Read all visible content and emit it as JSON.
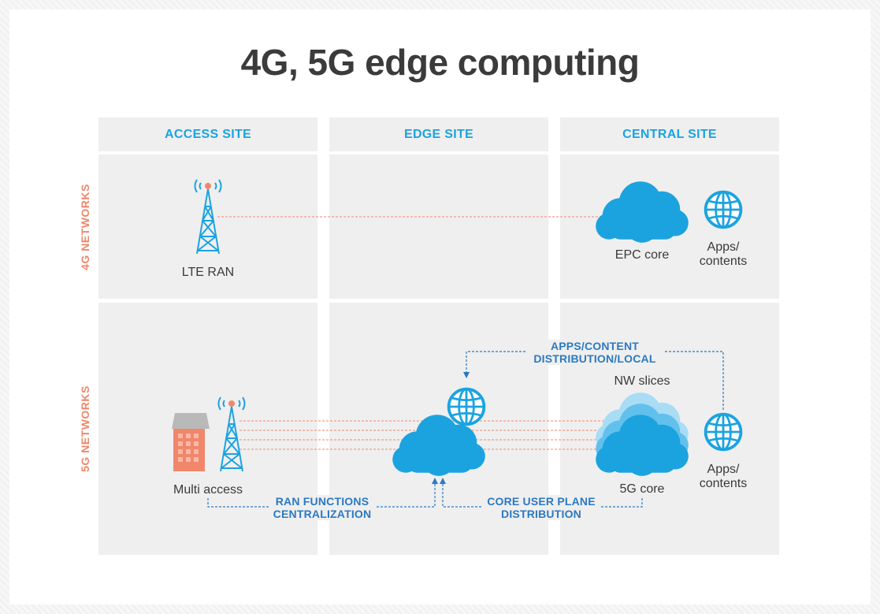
{
  "title": "4G, 5G edge computing",
  "columns": [
    "ACCESS SITE",
    "EDGE SITE",
    "CENTRAL SITE"
  ],
  "rows": [
    "4G NETWORKS",
    "5G NETWORKS"
  ],
  "nodes": {
    "lte_ran": "LTE RAN",
    "epc_core": "EPC core",
    "apps_4g": "Apps/\ncontents",
    "multi_access": "Multi access",
    "nw_slices": "NW slices",
    "core_5g": "5G core",
    "apps_5g": "Apps/\ncontents"
  },
  "flows": {
    "ran_functions": "RAN FUNCTIONS\nCENTRALIZATION",
    "core_user_plane": "CORE USER PLANE\nDISTRIBUTION",
    "apps_distribution": "APPS/CONTENT\nDISTRIBUTION/LOCAL"
  },
  "colors": {
    "title": "#3b3b3b",
    "column_heading": "#1ba3e0",
    "row_heading": "#f0876b",
    "cloud": "#1ba3e0",
    "flow": "#2b79c2",
    "tower": "#1ba3e0",
    "building": "#f0876b"
  },
  "icons": [
    "cell-tower-icon",
    "cloud-icon",
    "globe-icon",
    "building-icon"
  ]
}
